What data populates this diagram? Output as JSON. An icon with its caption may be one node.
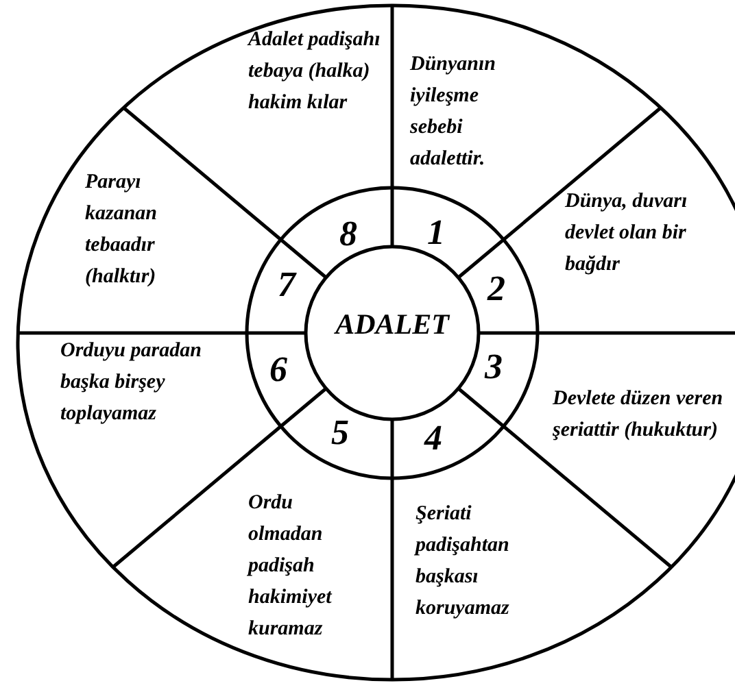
{
  "diagram": {
    "nodes": [
      {
        "text": [
          "ADALET"
        ]
      },
      {
        "text": [
          "1"
        ]
      },
      {
        "text": [
          "2"
        ]
      },
      {
        "text": [
          "3"
        ]
      },
      {
        "text": [
          "4"
        ]
      },
      {
        "text": [
          "5"
        ]
      },
      {
        "text": [
          "6"
        ]
      },
      {
        "text": [
          "7"
        ]
      },
      {
        "text": [
          "8"
        ]
      },
      {
        "text": [
          "Dünyanın iyileşme sebebi adalettir."
        ]
      },
      {
        "text": [
          "Dünya, duvarı devlet olan bir bağdır"
        ]
      },
      {
        "text": [
          "Devlete düzen veren şeriattir (hukuktur)"
        ]
      },
      {
        "text": [
          "Şeriati padişahtan başkası koruyamaz"
        ]
      },
      {
        "text": [
          "Ordu olmadan padişah hakimiyet kuramaz"
        ]
      },
      {
        "text": [
          "Orduyu paradan başka birşey toplayamaz"
        ]
      },
      {
        "text": [
          "Parayı kazanan tebaadır (halktır)"
        ]
      },
      {
        "text": [
          "Adalet padişahı tebaya (halka) hakim kılar"
        ]
      }
    ]
  }
}
